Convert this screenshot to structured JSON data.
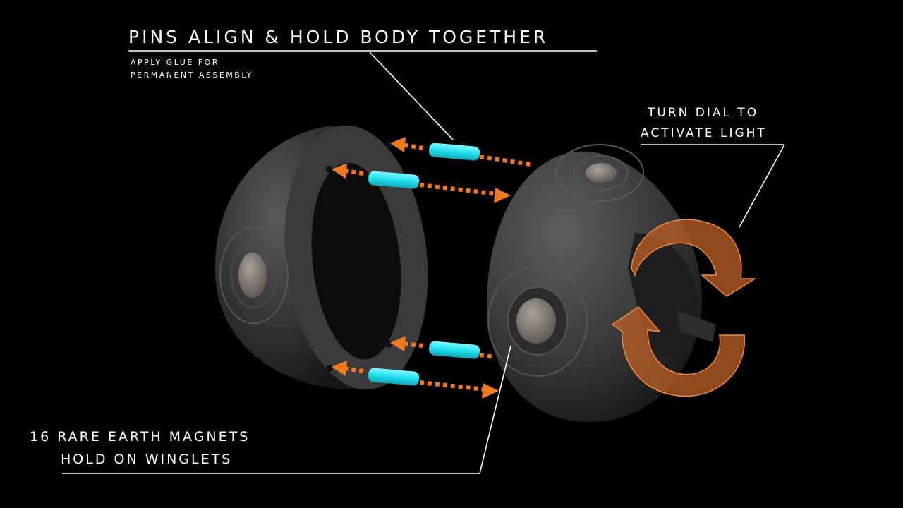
{
  "annotations": {
    "pins_title": "PINS ALIGN & HOLD BODY TOGETHER",
    "pins_note_line1": "APPLY GLUE FOR",
    "pins_note_line2": "PERMANENT ASSEMBLY",
    "dial_line1": "TURN DIAL TO",
    "dial_line2": "ACTIVATE LIGHT",
    "magnets_line1": "16 RARE EARTH MAGNETS",
    "magnets_line2": "HOLD ON WINGLETS"
  },
  "colors": {
    "background": "#000000",
    "shell": "#3a3a3a",
    "pin": "#27e3ee",
    "arrow": "#f07a20",
    "rotation_arrow": "#c0622a"
  }
}
